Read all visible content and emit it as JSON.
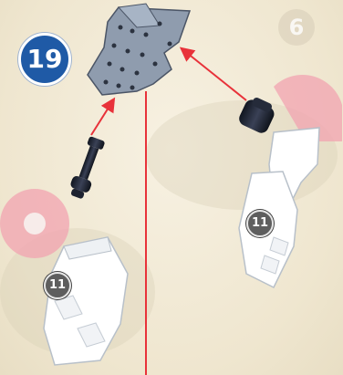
{
  "step": {
    "number": "19",
    "faint_next_number": "6"
  },
  "parts": [
    {
      "name": "connector-peg-left",
      "quantity_label": "11"
    },
    {
      "name": "connector-peg-right",
      "quantity_label": "11"
    }
  ],
  "colors": {
    "step_badge": "#1f5aa6",
    "arrow": "#e8323a",
    "connector": "#1d2230",
    "pink_disc": "#f2a3b0"
  }
}
